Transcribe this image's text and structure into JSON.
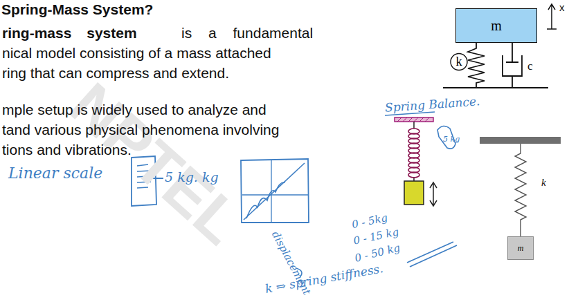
{
  "diagram": {
    "nodes": [
      {
        "text": [
          "m"
        ]
      },
      {
        "text": [
          "k"
        ]
      },
      {
        "text": [
          "m"
        ]
      }
    ],
    "edges": [],
    "labels": [
      "Spring-Mass System?",
      "ring-mass system",
      "is a fundamental",
      "nical model consisting of a mass attached",
      "ring that can compress and extend.",
      "mple setup is widely used to analyze and",
      "tand various physical phenomena involving",
      "tions and vibrations.",
      "x",
      "c",
      "k",
      "NPTEL",
      "Linear scale",
      "5 kg. kg",
      "displacement",
      "0 - 5kg",
      "0 - 15 kg",
      "0 - 50 kg",
      "k ⇒ spring stiffness.",
      "Spring Balance.",
      "5 kg"
    ]
  }
}
